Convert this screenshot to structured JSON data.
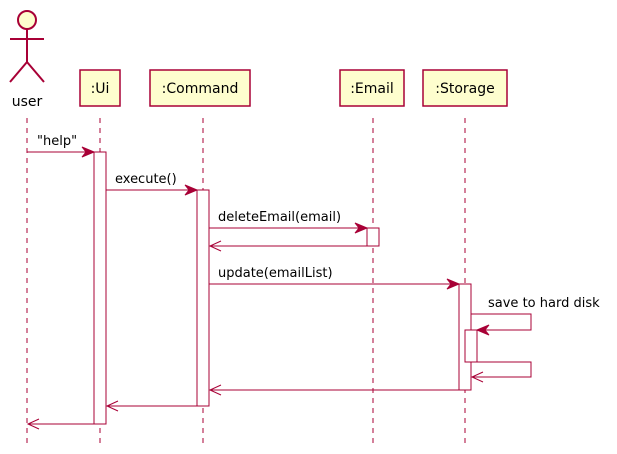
{
  "colors": {
    "border": "#A80036",
    "participant_fill": "#FEFECE",
    "activation_fill": "#FFFFFF",
    "text": "#000000"
  },
  "actor": {
    "label": "user",
    "icon": "stick-figure-icon"
  },
  "participants": [
    {
      "label": ":Ui"
    },
    {
      "label": ":Command"
    },
    {
      "label": ":Email"
    },
    {
      "label": ":Storage"
    }
  ],
  "messages": [
    {
      "from": "user",
      "to": ":Ui",
      "label": "\"help\""
    },
    {
      "from": ":Ui",
      "to": ":Command",
      "label": "execute()"
    },
    {
      "from": ":Command",
      "to": ":Email",
      "label": "deleteEmail(email)"
    },
    {
      "from": ":Email",
      "to": ":Command",
      "label": "",
      "kind": "return"
    },
    {
      "from": ":Command",
      "to": ":Storage",
      "label": "update(emailList)"
    },
    {
      "from": ":Storage",
      "to": ":Storage",
      "label": "save to hard disk",
      "kind": "self-call"
    },
    {
      "from": ":Storage",
      "to": ":Storage",
      "label": "",
      "kind": "self-return"
    },
    {
      "from": ":Storage",
      "to": ":Command",
      "label": "",
      "kind": "return"
    },
    {
      "from": ":Command",
      "to": ":Ui",
      "label": "",
      "kind": "return"
    },
    {
      "from": ":Ui",
      "to": "user",
      "label": "",
      "kind": "return"
    }
  ]
}
